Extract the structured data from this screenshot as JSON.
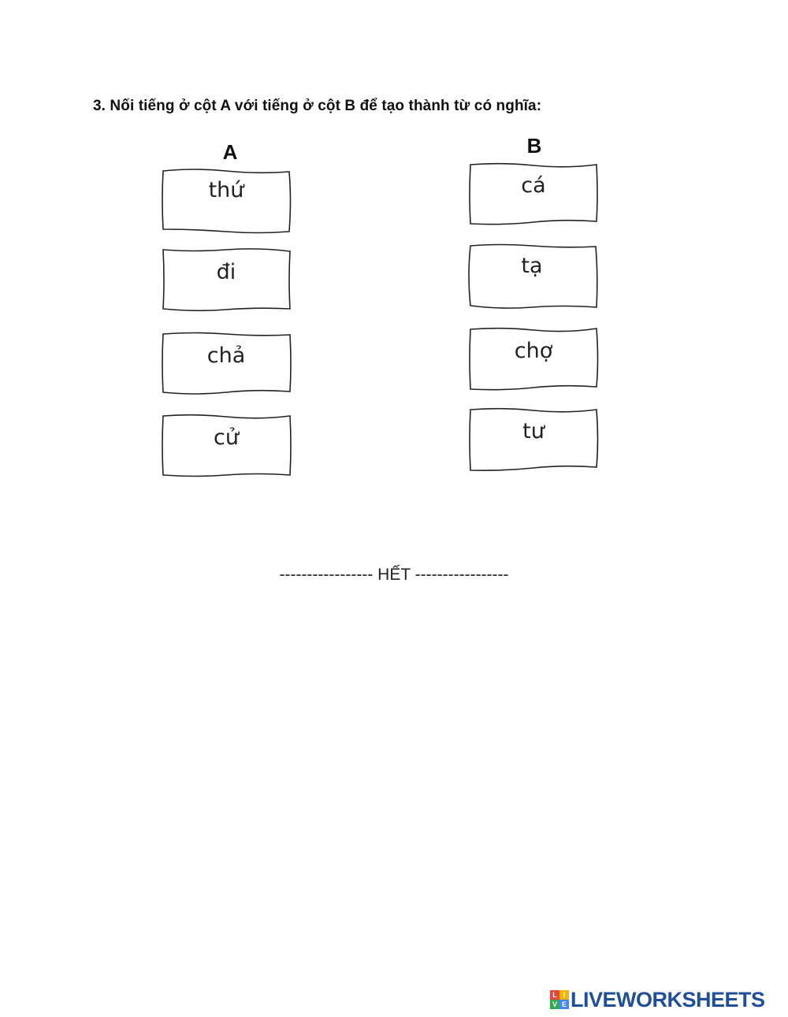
{
  "instruction": "3. Nối tiếng ở cột A với tiếng ở cột B để tạo thành từ có nghĩa:",
  "column_a": {
    "header": "A",
    "words": [
      "thứ",
      "đi",
      "chả",
      "cử"
    ]
  },
  "column_b": {
    "header": "B",
    "words": [
      "cá",
      "tạ",
      "chợ",
      "tư"
    ]
  },
  "end_marker": "----------------- HẾT -----------------",
  "footer": {
    "logo_text": "LIVEWORKSHEETS",
    "logo_mark_letters": [
      "L",
      "I",
      "V",
      "E"
    ],
    "logo_mark_colors": [
      "#e8453c",
      "#f5b400",
      "#34a853",
      "#4285f4"
    ],
    "logo_text_color": "#1f4f9a"
  }
}
